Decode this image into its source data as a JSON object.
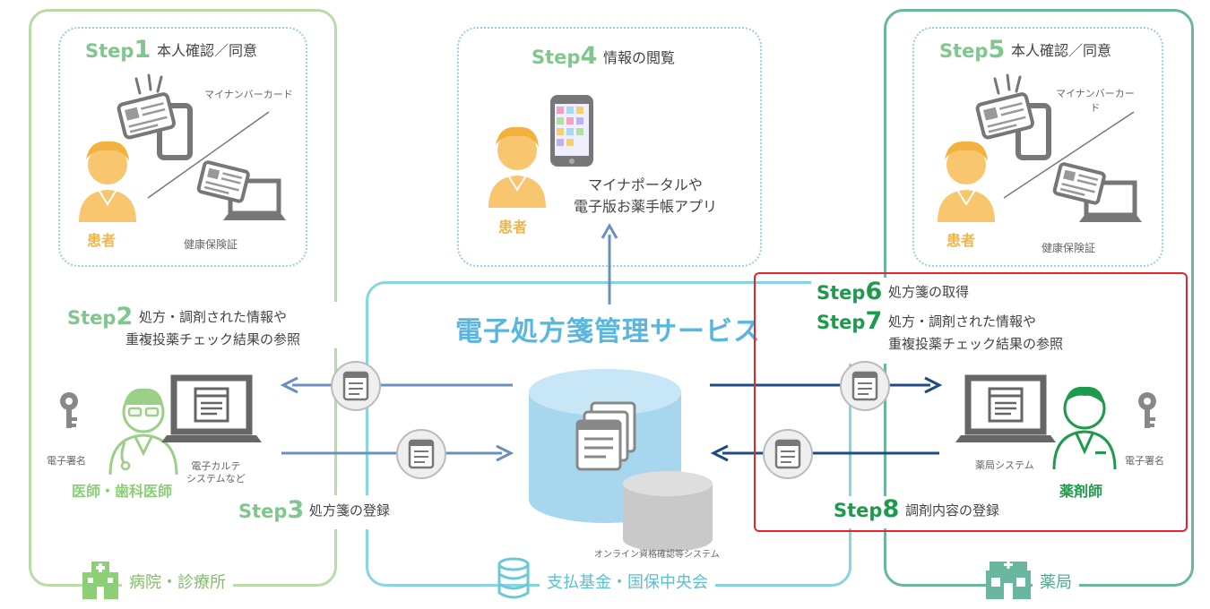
{
  "hospital": {
    "footer": "病院・診療所",
    "step1": {
      "word": "Step",
      "num": "1",
      "desc": "本人確認／同意"
    },
    "card_label": "マイナンバーカード",
    "insurance_label": "健康保険証",
    "patient_label": "患者",
    "step2": {
      "word": "Step",
      "num": "2",
      "desc_line1": "処方・調剤された情報や",
      "desc_line2": "重複投薬チェック結果の参照"
    },
    "signature_label": "電子署名",
    "system_label_line1": "電子カルテ",
    "system_label_line2": "システムなど",
    "doctor_label": "医師・歯科医師",
    "step3": {
      "word": "Step",
      "num": "3",
      "desc": "処方箋の登録"
    }
  },
  "center": {
    "step4": {
      "word": "Step",
      "num": "4",
      "desc": "情報の閲覧"
    },
    "portal_line1": "マイナポータルや",
    "portal_line2": "電子版お薬手帳アプリ",
    "patient_label": "患者",
    "service_title": "電子処方箋管理サービス",
    "online_system_label": "オンライン資格確認等システム",
    "footer": "支払基金・国保中央会"
  },
  "pharmacy": {
    "footer": "薬局",
    "step5": {
      "word": "Step",
      "num": "5",
      "desc": "本人確認／同意"
    },
    "card_label_line1": "マイナンバーカー",
    "card_label_line2": "ド",
    "insurance_label": "健康保険証",
    "patient_label": "患者",
    "step6": {
      "word": "Step",
      "num": "6",
      "desc": "処方箋の取得"
    },
    "step7": {
      "word": "Step",
      "num": "7",
      "desc_line1": "処方・調剤された情報や",
      "desc_line2": "重複投薬チェック結果の参照"
    },
    "system_label": "薬局システム",
    "signature_label": "電子署名",
    "pharmacist_label": "薬剤師",
    "step8": {
      "word": "Step",
      "num": "8",
      "desc": "調剤内容の登録"
    }
  },
  "colors": {
    "hospital_border": "#b9dca4",
    "fund_border": "#85d6e0",
    "pharmacy_border": "#69b79e",
    "highlight": "#e8242a",
    "arrow_light": "#6a90bd",
    "arrow_dark": "#1d4b83",
    "patient_orange": "#f0b54c"
  }
}
